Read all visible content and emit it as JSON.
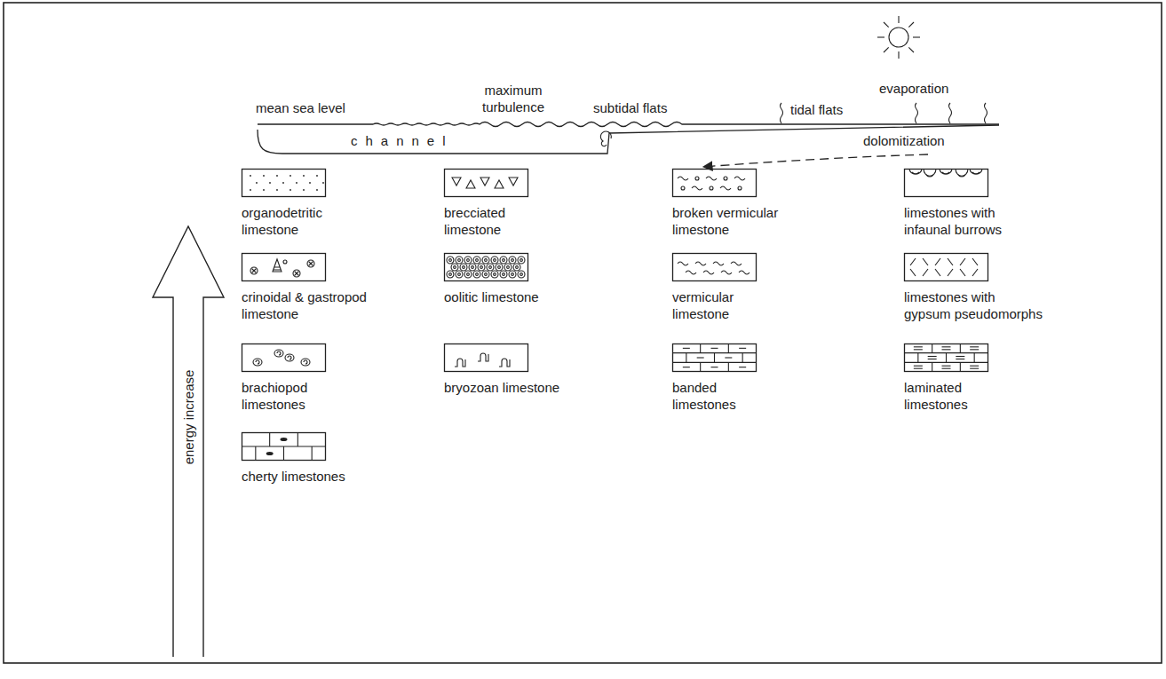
{
  "diagram": {
    "nodes": [
      {
        "text": [
          "organodetritic limestone"
        ]
      },
      {
        "text": [
          "brecciated limestone"
        ]
      },
      {
        "text": [
          "broken vermicular limestone"
        ]
      },
      {
        "text": [
          "limestones with infaunal burrows"
        ]
      },
      {
        "text": [
          "crinoidal & gastropod limestone"
        ]
      },
      {
        "text": [
          "oolitic limestone"
        ]
      },
      {
        "text": [
          "vermicular limestone"
        ]
      },
      {
        "text": [
          "limestones with gypsum pseudomorphs"
        ]
      },
      {
        "text": [
          "brachiopod limestones"
        ]
      },
      {
        "text": [
          "bryozoan limestone"
        ]
      },
      {
        "text": [
          "banded limestones"
        ]
      },
      {
        "text": [
          "laminated limestones"
        ]
      },
      {
        "text": [
          "cherty limestones"
        ]
      }
    ],
    "labels": [
      "mean sea level",
      "maximum turbulence",
      "subtidal flats",
      "tidal flats",
      "evaporation",
      "channel",
      "dolomitization",
      "energy increase"
    ]
  }
}
